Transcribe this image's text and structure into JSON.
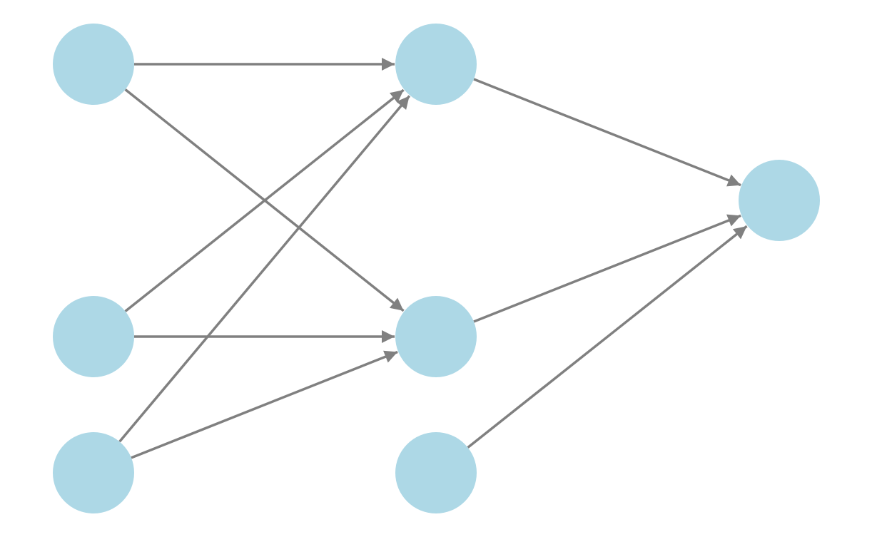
{
  "colors": {
    "node_fill": "#add8e6",
    "edge_stroke": "#808080",
    "background": "#ffffff"
  },
  "graph": {
    "type": "directed",
    "nodes": [
      {
        "id": "a1"
      },
      {
        "id": "a2"
      },
      {
        "id": "a3"
      },
      {
        "id": "b1"
      },
      {
        "id": "b2"
      },
      {
        "id": "b3"
      },
      {
        "id": "c1"
      }
    ],
    "edges": [
      {
        "from": "a1",
        "to": "b1"
      },
      {
        "from": "a1",
        "to": "b2"
      },
      {
        "from": "a2",
        "to": "b1"
      },
      {
        "from": "a2",
        "to": "b2"
      },
      {
        "from": "a3",
        "to": "b1"
      },
      {
        "from": "a3",
        "to": "b2"
      },
      {
        "from": "b1",
        "to": "c1"
      },
      {
        "from": "b2",
        "to": "c1"
      },
      {
        "from": "b3",
        "to": "c1"
      }
    ]
  }
}
